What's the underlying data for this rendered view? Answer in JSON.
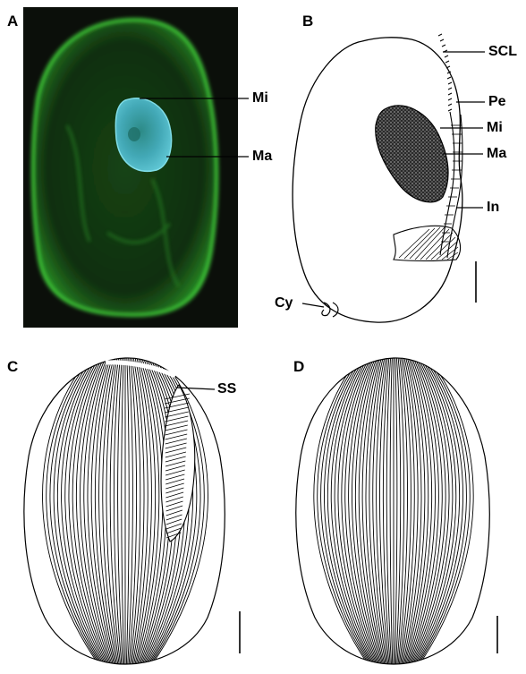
{
  "panels": {
    "a": {
      "letter": "A",
      "labels": {
        "micronucleus": "Mi",
        "macronucleus": "Ma"
      },
      "colors": {
        "background": "#0b0f0a",
        "cell_stain": "#2fae2b",
        "nucleus_stain": "#3aa6b4"
      }
    },
    "b": {
      "letter": "B",
      "labels": {
        "scl": "SCL",
        "pe": "Pe",
        "micronucleus": "Mi",
        "macronucleus": "Ma",
        "in": "In",
        "cy": "Cy"
      }
    },
    "c": {
      "letter": "C",
      "labels": {
        "ss": "SS"
      }
    },
    "d": {
      "letter": "D"
    }
  }
}
